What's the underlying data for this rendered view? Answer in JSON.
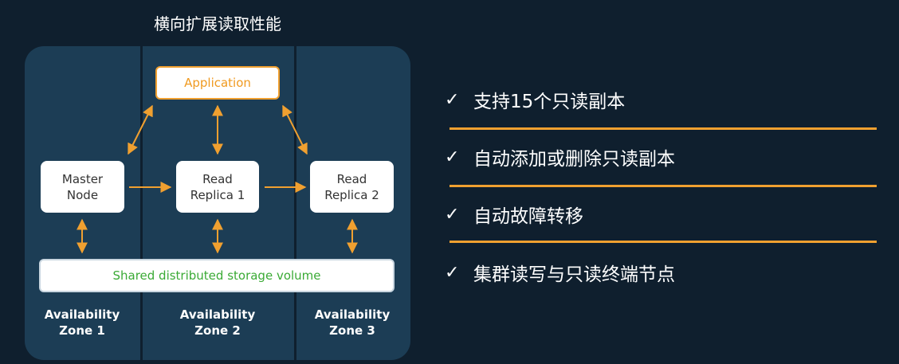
{
  "title": "横向扩展读取性能",
  "diagram": {
    "application": "Application",
    "master": "Master\nNode",
    "replica1": "Read\nReplica 1",
    "replica2": "Read\nReplica 2",
    "storage": "Shared distributed storage volume",
    "zones": [
      "Availability\nZone 1",
      "Availability\nZone 2",
      "Availability\nZone 3"
    ]
  },
  "features": [
    {
      "check": "✓",
      "text": "支持15个只读副本"
    },
    {
      "check": "✓",
      "text": "自动添加或删除只读副本"
    },
    {
      "check": "✓",
      "text": "自动故障转移"
    },
    {
      "check": "✓",
      "text": "集群读写与只读终端节点"
    }
  ],
  "colors": {
    "background": "#0f1f2e",
    "panel": "#1c3d55",
    "accent": "#f0a030",
    "storage_text": "#3aaa35"
  }
}
